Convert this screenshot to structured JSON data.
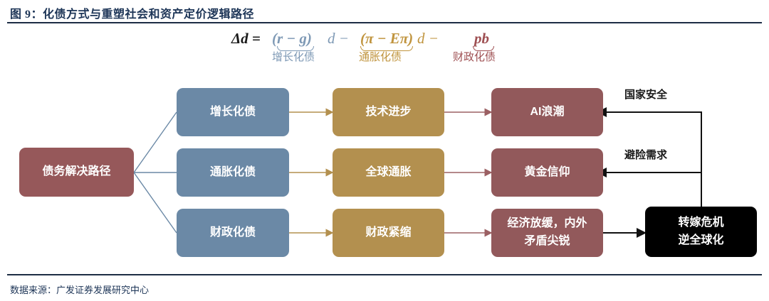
{
  "header": {
    "title": "图 9：化债方式与重塑社会和资产定价逻辑路径"
  },
  "footer": {
    "source": "数据来源：广发证券发展研究中心"
  },
  "formula": {
    "lhs": "Δd =",
    "growth_term": "(r − g)",
    "d1": "d −",
    "inflation_term": "(π − Eπ)",
    "d2": "d −",
    "fiscal_term": "pb",
    "growth_label": "增长化债",
    "inflation_label": "通胀化债",
    "fiscal_label": "财政化债"
  },
  "diagram": {
    "root": {
      "label": "债务解决路径"
    },
    "column_one": [
      {
        "label": "增长化债"
      },
      {
        "label": "通胀化债"
      },
      {
        "label": "财政化债"
      }
    ],
    "column_two": [
      {
        "label": "技术进步"
      },
      {
        "label": "全球通胀"
      },
      {
        "label": "财政紧缩"
      }
    ],
    "column_three": [
      {
        "label": "AI浪潮"
      },
      {
        "label": "黄金信仰"
      },
      {
        "label": "经济放缓，内外\n矛盾尖锐"
      }
    ],
    "outcome": {
      "line1": "转嫁危机",
      "line2": "逆全球化"
    },
    "edge_labels": [
      {
        "label": "国家安全"
      },
      {
        "label": "避险需求"
      }
    ]
  },
  "colors": {
    "blue": "#6b89a6",
    "gold": "#b3904f",
    "red": "#92595b",
    "root_red": "#96585a",
    "black": "#000000",
    "title_navy": "#1d3557",
    "formula_blue": "#7e99b5",
    "formula_gold": "#c0943e",
    "formula_red": "#9e4f52"
  }
}
